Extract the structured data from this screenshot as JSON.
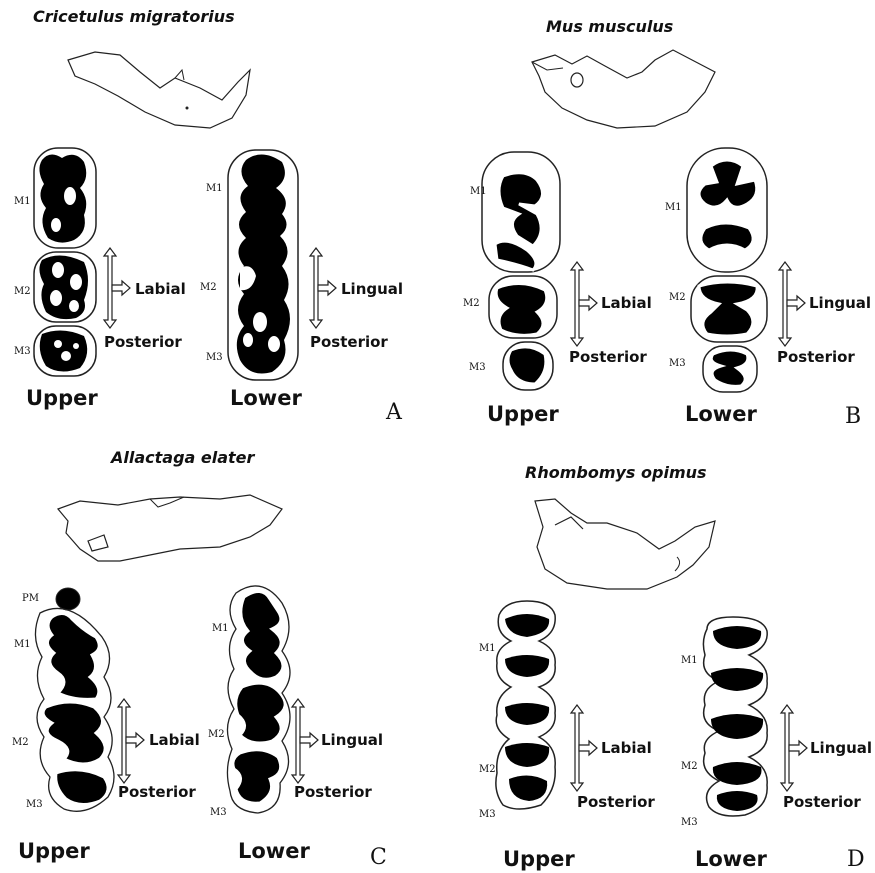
{
  "panels": [
    {
      "letter": "A",
      "species": "Cricetulus migratorius",
      "upper_label": "Upper",
      "lower_label": "Lower",
      "upper_dir": "Labial",
      "lower_dir": "Lingual",
      "posterior": "Posterior",
      "upper_teeth": [
        "M1",
        "M2",
        "M3"
      ],
      "lower_teeth": [
        "M1",
        "M2",
        "M3"
      ]
    },
    {
      "letter": "B",
      "species": "Mus musculus",
      "upper_label": "Upper",
      "lower_label": "Lower",
      "upper_dir": "Labial",
      "lower_dir": "Lingual",
      "posterior": "Posterior",
      "upper_teeth": [
        "M1",
        "M2",
        "M3"
      ],
      "lower_teeth": [
        "M1",
        "M2",
        "M3"
      ]
    },
    {
      "letter": "C",
      "species": "Allactaga elater",
      "upper_label": "Upper",
      "lower_label": "Lower",
      "upper_dir": "Labial",
      "lower_dir": "Lingual",
      "posterior": "Posterior",
      "upper_teeth": [
        "PM",
        "M1",
        "M2",
        "M3"
      ],
      "lower_teeth": [
        "M1",
        "M2",
        "M3"
      ]
    },
    {
      "letter": "D",
      "species": "Rhombomys opimus",
      "upper_label": "Upper",
      "lower_label": "Lower",
      "upper_dir": "Labial",
      "lower_dir": "Lingual",
      "posterior": "Posterior",
      "upper_teeth": [
        "M1",
        "M2",
        "M3"
      ],
      "lower_teeth": [
        "M1",
        "M2",
        "M3"
      ]
    }
  ]
}
